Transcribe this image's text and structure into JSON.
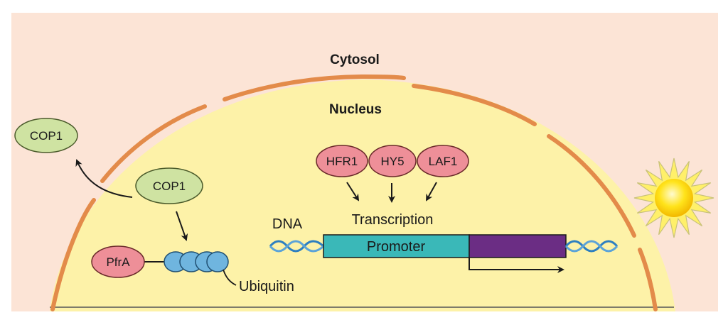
{
  "regions": {
    "cytosol": "Cytosol",
    "nucleus": "Nucleus"
  },
  "proteins": {
    "cop1_outside": "COP1",
    "cop1_inside": "COP1",
    "pfra": "PfrA",
    "hfr1": "HFR1",
    "hy5": "HY5",
    "laf1": "LAF1"
  },
  "labels": {
    "ubiquitin": "Ubiquitin",
    "transcription": "Transcription",
    "dna": "DNA",
    "promoter": "Promoter"
  },
  "colors": {
    "background": "#fce4d6",
    "nucleus_fill": "#fdf2a8",
    "membrane": "#e38b4a",
    "cop1_fill": "#cfe3a2",
    "red_protein_fill": "#ee8f98",
    "ubiquitin_fill": "#6fb5df",
    "promoter_fill": "#3ab8b8",
    "coding_fill": "#6b2d84",
    "dna_helix": "#2d7fc0",
    "sun_core": "#ffd400",
    "sun_rays": "#fff06a"
  }
}
